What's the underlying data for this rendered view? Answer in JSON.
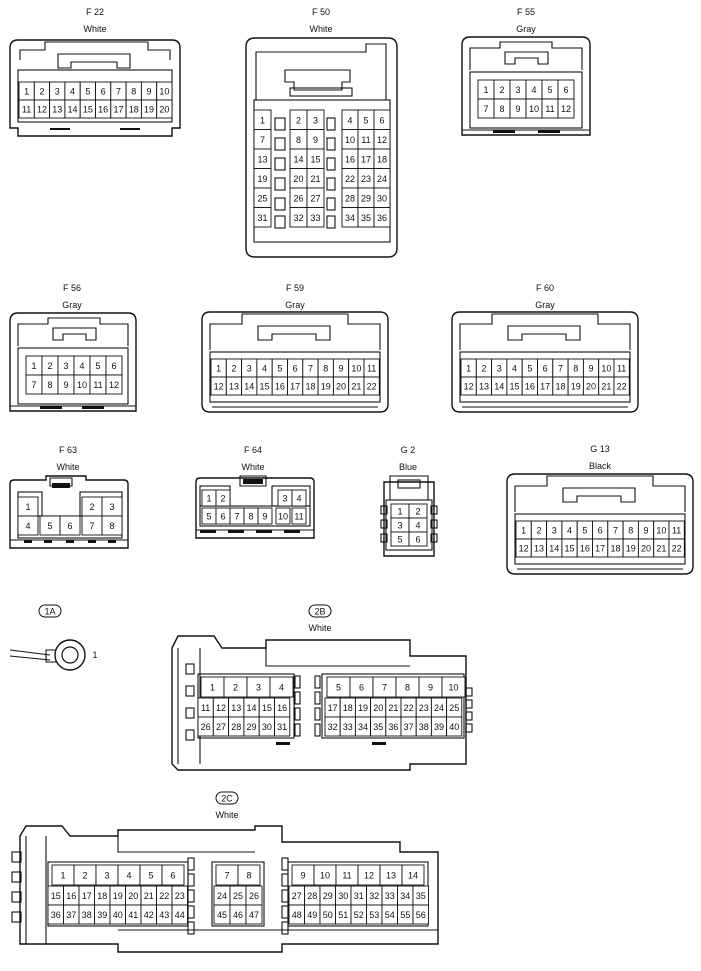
{
  "connectors": [
    {
      "id": "F22",
      "code": "F 22",
      "color": "White",
      "rows": [
        [
          "1",
          "2",
          "3",
          "4",
          "5",
          "6",
          "7",
          "8",
          "9",
          "10"
        ],
        [
          "11",
          "12",
          "13",
          "14",
          "15",
          "16",
          "17",
          "18",
          "19",
          "20"
        ]
      ]
    },
    {
      "id": "F50",
      "code": "F 50",
      "color": "White",
      "cols": {
        "left": [
          "1",
          "7",
          "13",
          "19",
          "25",
          "31"
        ],
        "mid": [
          [
            "2",
            "3"
          ],
          [
            "8",
            "9"
          ],
          [
            "14",
            "15"
          ],
          [
            "20",
            "21"
          ],
          [
            "26",
            "27"
          ],
          [
            "32",
            "33"
          ]
        ],
        "right": [
          [
            "4",
            "5",
            "6"
          ],
          [
            "10",
            "11",
            "12"
          ],
          [
            "16",
            "17",
            "18"
          ],
          [
            "22",
            "23",
            "24"
          ],
          [
            "28",
            "29",
            "30"
          ],
          [
            "34",
            "35",
            "36"
          ]
        ]
      }
    },
    {
      "id": "F55",
      "code": "F 55",
      "color": "Gray",
      "rows": [
        [
          "1",
          "2",
          "3",
          "4",
          "5",
          "6"
        ],
        [
          "7",
          "8",
          "9",
          "10",
          "11",
          "12"
        ]
      ]
    },
    {
      "id": "F56",
      "code": "F 56",
      "color": "Gray",
      "rows": [
        [
          "1",
          "2",
          "3",
          "4",
          "5",
          "6"
        ],
        [
          "7",
          "8",
          "9",
          "10",
          "11",
          "12"
        ]
      ]
    },
    {
      "id": "F59",
      "code": "F 59",
      "color": "Gray",
      "rows": [
        [
          "1",
          "2",
          "3",
          "4",
          "5",
          "6",
          "7",
          "8",
          "9",
          "10",
          "11"
        ],
        [
          "12",
          "13",
          "14",
          "15",
          "16",
          "17",
          "18",
          "19",
          "20",
          "21",
          "22"
        ]
      ]
    },
    {
      "id": "F60",
      "code": "F 60",
      "color": "Gray",
      "rows": [
        [
          "1",
          "2",
          "3",
          "4",
          "5",
          "6",
          "7",
          "8",
          "9",
          "10",
          "11"
        ],
        [
          "12",
          "13",
          "14",
          "15",
          "16",
          "17",
          "18",
          "19",
          "20",
          "21",
          "22"
        ]
      ]
    },
    {
      "id": "F63",
      "code": "F 63",
      "color": "White",
      "pins": [
        "1",
        "2",
        "3",
        "4",
        "5",
        "6",
        "7",
        "8"
      ]
    },
    {
      "id": "F64",
      "code": "F 64",
      "color": "White",
      "pins": [
        "1",
        "2",
        "3",
        "4",
        "5",
        "6",
        "7",
        "8",
        "9",
        "10",
        "11"
      ]
    },
    {
      "id": "G2",
      "code": "G 2",
      "color": "Blue",
      "pins": [
        "1",
        "2",
        "3",
        "4",
        "5",
        "6"
      ]
    },
    {
      "id": "G13",
      "code": "G 13",
      "color": "Black",
      "rows": [
        [
          "1",
          "2",
          "3",
          "4",
          "5",
          "6",
          "7",
          "8",
          "9",
          "10",
          "11"
        ],
        [
          "12",
          "13",
          "14",
          "15",
          "16",
          "17",
          "18",
          "19",
          "20",
          "21",
          "22"
        ]
      ]
    },
    {
      "id": "1A",
      "code": "1A",
      "pin": "1"
    },
    {
      "id": "2B",
      "code": "2B",
      "color": "White",
      "blocks": [
        {
          "top": [
            "1",
            "2",
            "3",
            "4"
          ],
          "r2": [
            "11",
            "12",
            "13",
            "14",
            "15",
            "16"
          ],
          "r3": [
            "26",
            "27",
            "28",
            "29",
            "30",
            "31"
          ]
        },
        {
          "top": [
            "5",
            "6",
            "7",
            "8",
            "9",
            "10"
          ],
          "r2": [
            "17",
            "18",
            "19",
            "20",
            "21",
            "22",
            "23",
            "24",
            "25"
          ],
          "r3": [
            "32",
            "33",
            "34",
            "35",
            "36",
            "37",
            "38",
            "39",
            "40"
          ]
        }
      ]
    },
    {
      "id": "2C",
      "code": "2C",
      "color": "White",
      "blocks": [
        {
          "top": [
            "1",
            "2",
            "3",
            "4",
            "5",
            "6"
          ],
          "r2": [
            "15",
            "16",
            "17",
            "18",
            "19",
            "20",
            "21",
            "22",
            "23"
          ],
          "r3": [
            "36",
            "37",
            "38",
            "39",
            "40",
            "41",
            "42",
            "43",
            "44"
          ]
        },
        {
          "top": [
            "7",
            "8"
          ],
          "r2": [
            "24",
            "25",
            "26"
          ],
          "r3": [
            "45",
            "46",
            "47"
          ]
        },
        {
          "top": [
            "9",
            "10",
            "11",
            "12",
            "13",
            "14"
          ],
          "r2": [
            "27",
            "28",
            "29",
            "30",
            "31",
            "32",
            "33",
            "34",
            "35"
          ],
          "r3": [
            "48",
            "49",
            "50",
            "51",
            "52",
            "53",
            "54",
            "55",
            "56"
          ]
        }
      ]
    }
  ]
}
